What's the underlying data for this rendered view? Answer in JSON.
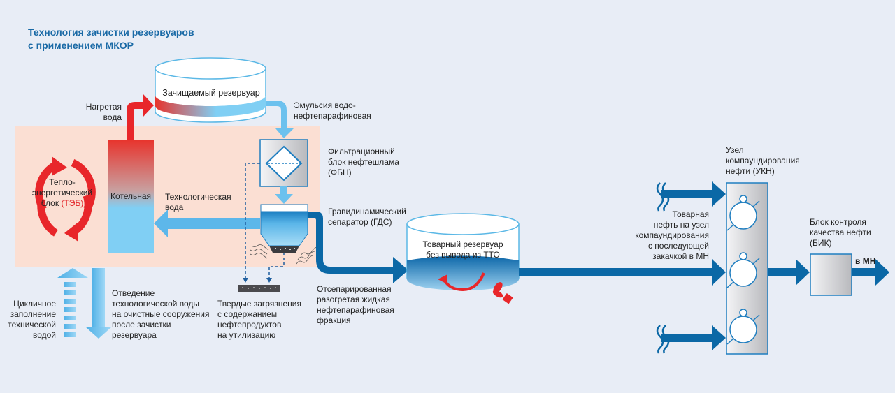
{
  "title": "Технология зачистки резервуаров\nс применением МКОР",
  "colors": {
    "background": "#e8edf6",
    "zone_fill": "#fbdfd3",
    "hot": "#e8262a",
    "cold": "#7fcdf2",
    "dark_blue": "#0b68a6",
    "outline_blue": "#5bb8e6"
  },
  "tanks": {
    "cleaned_tank": "Зачищаемый резервуар",
    "commodity_tank": "Товарный резервуар\nбез вывода из ТТО"
  },
  "blocks": {
    "teb_main": "Тепло-\nэнергетический\nблок",
    "teb_abbr": "(ТЭБ)",
    "boiler": "Котельная"
  },
  "labels": {
    "heated_water": "Нагретая\nвода",
    "emulsion": "Эмульсия водо-\nнефтепарафиновая",
    "filtration_block": "Фильтрационный\nблок нефтешлама\n(ФБН)",
    "tech_water": "Технологическая\nвода",
    "separator": "Гравидинамический\nсепаратор (ГДС)",
    "cyclic_fill": "Цикличное\nзаполнение\nтехнической\nводой",
    "water_discharge": "Отведение\nтехнологической воды\nна очистные сооружения\nпосле зачистки\nрезервуара",
    "solid_waste": "Твердые загрязнения\nс содержанием\nнефтепродуктов\nна утилизацию",
    "separated_fraction": "Отсепарированная\nразогретая жидкая\nнефтепарафиновая\nфракция",
    "compounding_node": "Узел\nкомпаундирования\nнефти (УКН)",
    "commodity_oil": "Товарная\nнефть на узел\nкомпаундирования\nс последующей\nзакачкой в МН",
    "quality_block": "Блок контроля\nкачества нефти\n(БИК)",
    "to_mn": "в МН"
  },
  "icons": {
    "pump": "pump-icon",
    "filter": "filter-diamond-icon",
    "mixer": "propeller-mixer-icon",
    "cycle": "circular-arrows-icon",
    "heat_waves": "heat-waves-icon",
    "break_lines": "pipe-break-icon"
  }
}
